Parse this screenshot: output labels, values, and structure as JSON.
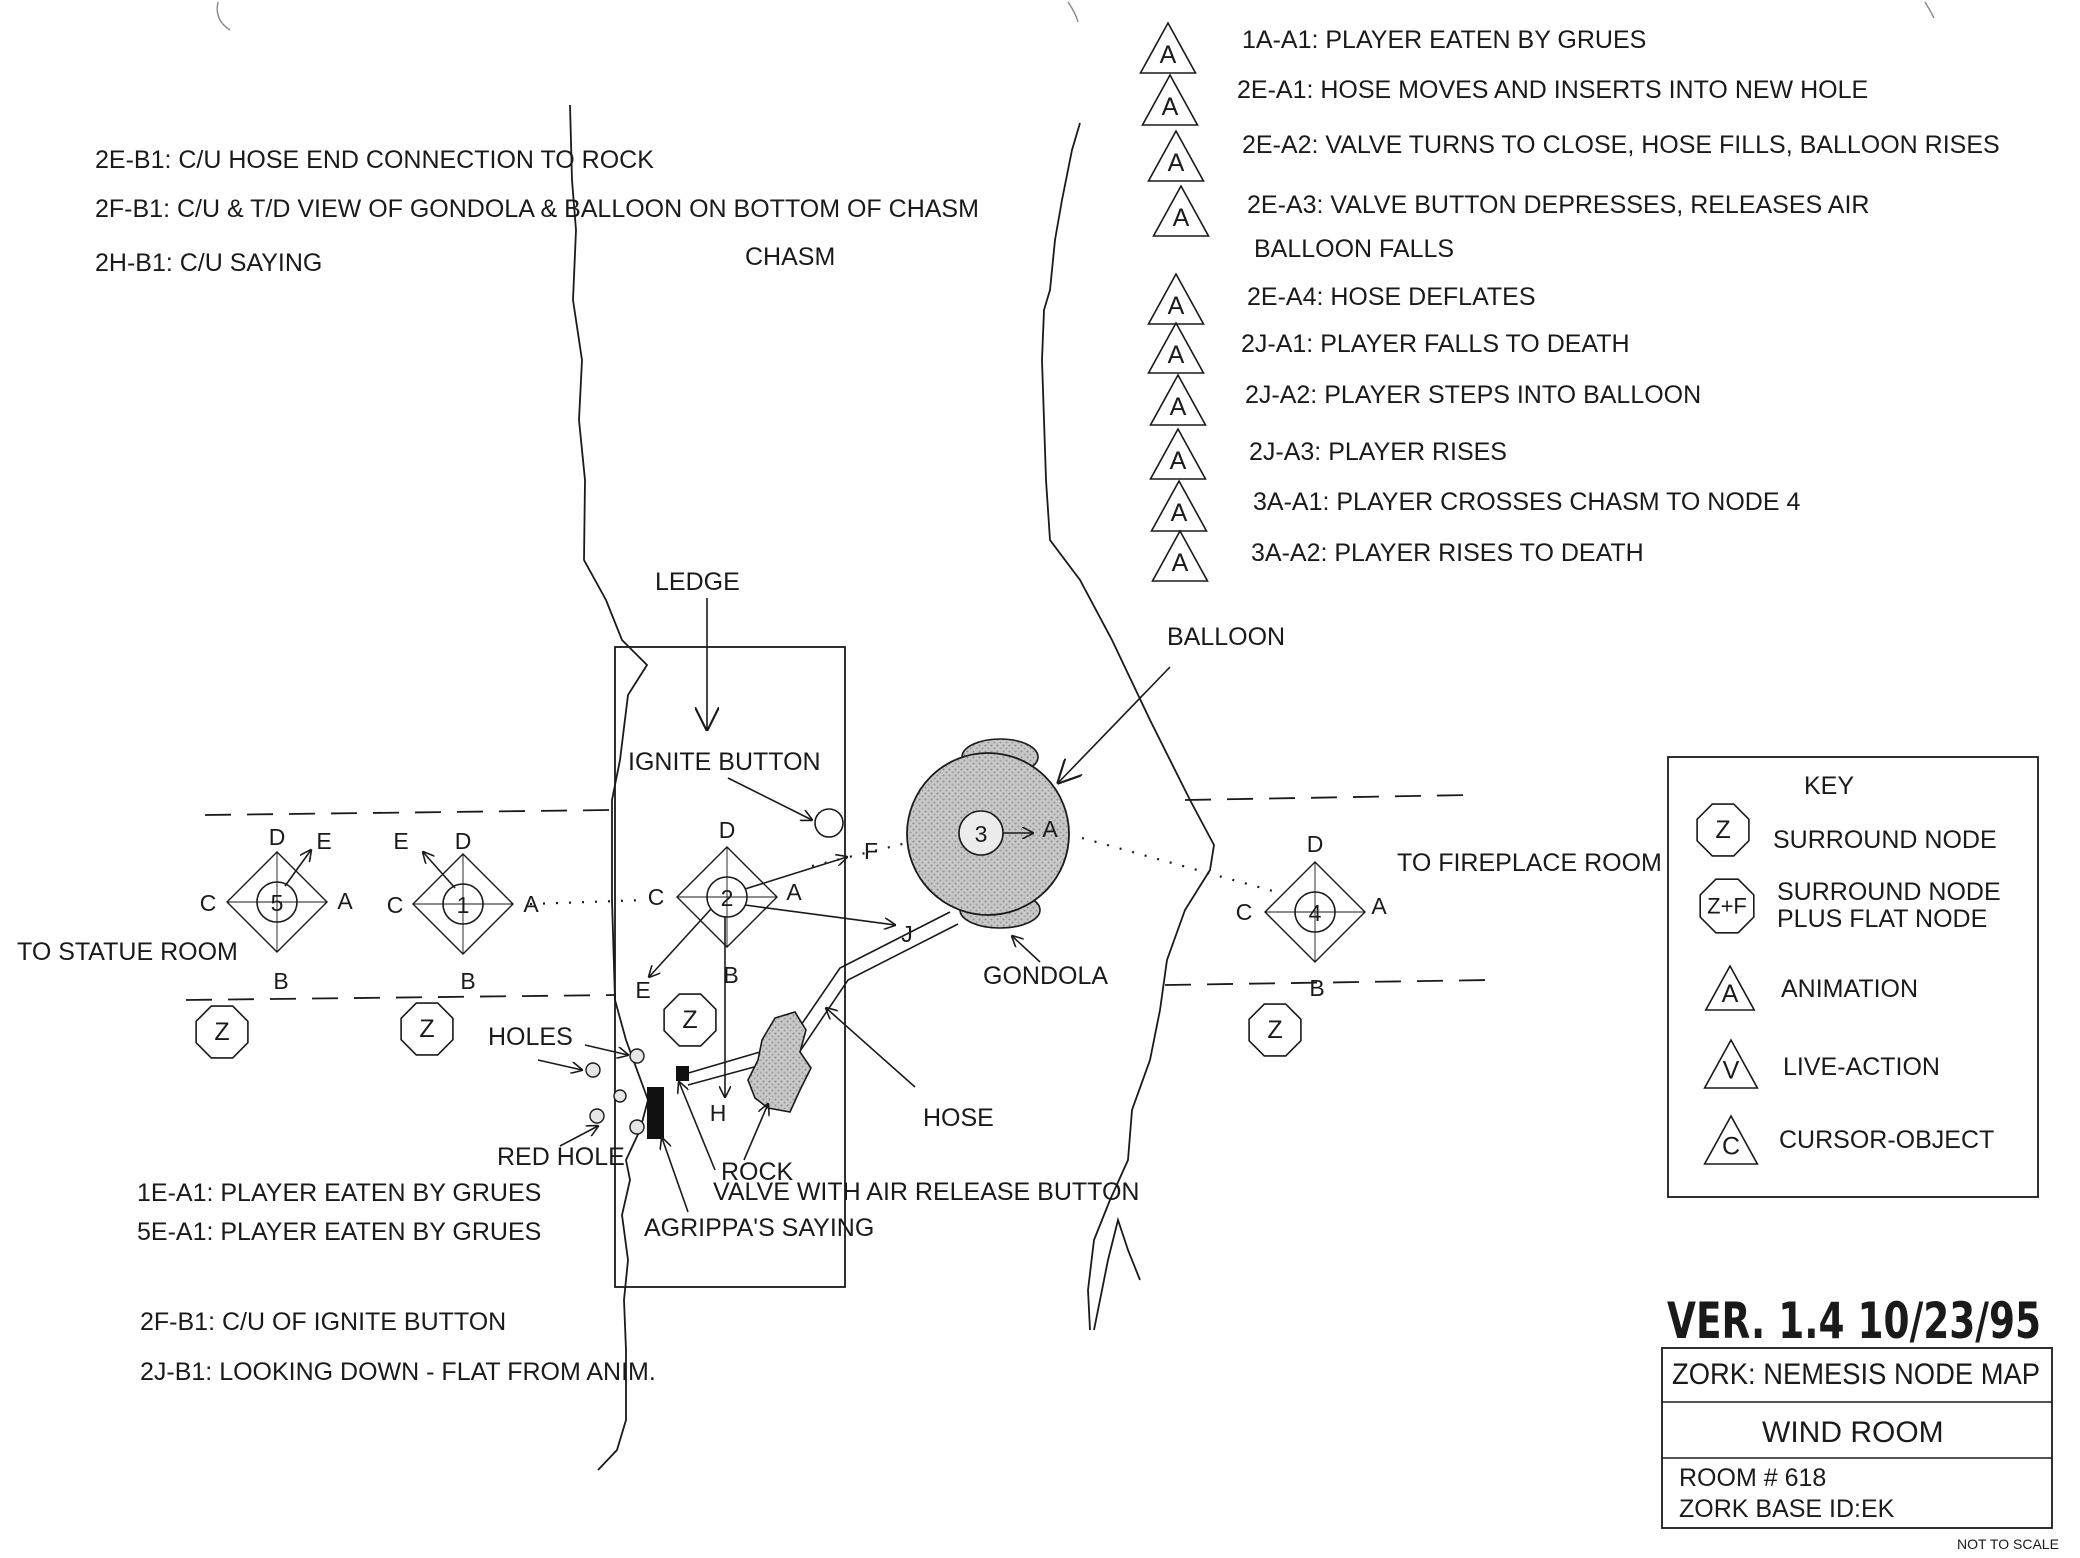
{
  "legend_top": [
    {
      "code": "1A-A1",
      "text": "1A-A1: PLAYER EATEN BY GRUES"
    },
    {
      "code": "2E-A1",
      "text": "2E-A1: HOSE MOVES AND INSERTS INTO NEW HOLE"
    },
    {
      "code": "2E-A2",
      "text": "2E-A2: VALVE TURNS TO CLOSE, HOSE FILLS, BALLOON RISES"
    },
    {
      "code": "2E-A3",
      "text": "2E-A3: VALVE BUTTON DEPRESSES, RELEASES AIR",
      "text2": "BALLOON FALLS"
    },
    {
      "code": "2E-A4",
      "text": "2E-A4: HOSE DEFLATES"
    },
    {
      "code": "2J-A1",
      "text": "2J-A1: PLAYER FALLS TO DEATH"
    },
    {
      "code": "2J-A2",
      "text": "2J-A2: PLAYER STEPS INTO BALLOON"
    },
    {
      "code": "2J-A3",
      "text": "2J-A3: PLAYER RISES"
    },
    {
      "code": "3A-A1",
      "text": "3A-A1: PLAYER CROSSES CHASM TO NODE 4"
    },
    {
      "code": "3A-A2",
      "text": "3A-A2: PLAYER RISES TO DEATH"
    }
  ],
  "animation_marker": "A",
  "notes_top_left": [
    "2E-B1: C/U HOSE END CONNECTION TO ROCK",
    "2F-B1: C/U & T/D VIEW OF GONDOLA & BALLOON ON BOTTOM OF CHASM",
    "2H-B1: C/U SAYING"
  ],
  "notes_bottom_left_a": [
    "1E-A1: PLAYER EATEN BY GRUES",
    "5E-A1: PLAYER EATEN BY GRUES"
  ],
  "notes_bottom_left_b": [
    "2F-B1: C/U OF IGNITE BUTTON",
    "2J-B1: LOOKING DOWN - FLAT FROM ANIM."
  ],
  "labels": {
    "chasm": "CHASM",
    "ledge": "LEDGE",
    "balloon": "BALLOON",
    "ignite_button": "IGNITE BUTTON",
    "to_fireplace_room": "TO FIREPLACE ROOM",
    "to_statue_room": "TO STATUE ROOM",
    "gondola": "GONDOLA",
    "holes": "HOLES",
    "red_hole": "RED HOLE",
    "hose": "HOSE",
    "rock": "ROCK",
    "valve": "VALVE WITH AIR RELEASE BUTTON",
    "agrippa": "AGRIPPA'S SAYING"
  },
  "nodes": [
    {
      "id": "5",
      "dirs": [
        "D",
        "E",
        "C",
        "A",
        "B"
      ]
    },
    {
      "id": "1",
      "dirs": [
        "E",
        "D",
        "C",
        "A",
        "B"
      ]
    },
    {
      "id": "2",
      "dirs": [
        "D",
        "C",
        "A",
        "F",
        "J",
        "E",
        "B",
        "H"
      ]
    },
    {
      "id": "3",
      "dirs": [
        "A"
      ]
    },
    {
      "id": "4",
      "dirs": [
        "D",
        "C",
        "A",
        "B"
      ]
    }
  ],
  "surround_marker": "Z",
  "key": {
    "title": "KEY",
    "items": [
      {
        "symbol": "Z",
        "label": "SURROUND NODE"
      },
      {
        "symbol": "Z+F",
        "label": "SURROUND NODE",
        "label2": "PLUS FLAT NODE"
      },
      {
        "symbol": "A",
        "label": "ANIMATION"
      },
      {
        "symbol": "V",
        "label": "LIVE-ACTION"
      },
      {
        "symbol": "C",
        "label": "CURSOR-OBJECT"
      }
    ]
  },
  "title_block": {
    "version": "VER. 1.4  10/23/95",
    "map_title": "ZORK: NEMESIS NODE MAP",
    "room_name": "WIND ROOM",
    "room_number": "ROOM # 618",
    "base_id": "ZORK BASE ID:EK",
    "scale_note": "NOT TO SCALE"
  }
}
